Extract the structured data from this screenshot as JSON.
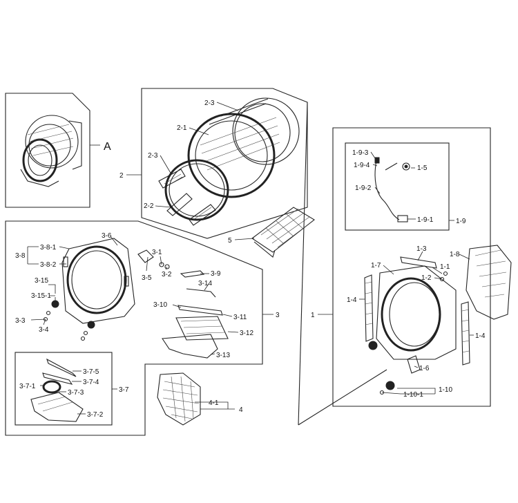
{
  "labels": {
    "A": "A",
    "l2": "2",
    "l2_1": "2-1",
    "l2_2": "2-2",
    "l2_3a": "2-3",
    "l2_3b": "2-3",
    "l5": "5",
    "l3": "3",
    "l3_1": "3-1",
    "l3_2": "3-2",
    "l3_3": "3-3",
    "l3_4": "3-4",
    "l3_5": "3-5",
    "l3_6": "3-6",
    "l3_8": "3-8",
    "l3_8_1": "3-8-1",
    "l3_8_2": "3-8-2",
    "l3_9": "3-9",
    "l3_10": "3-10",
    "l3_11": "3-11",
    "l3_12": "3-12",
    "l3_13": "3-13",
    "l3_14": "3-14",
    "l3_15": "3-15",
    "l3_15_1": "3-15-1",
    "l3_7": "3-7",
    "l3_7_1": "3-7-1",
    "l3_7_2": "3-7-2",
    "l3_7_3": "3-7-3",
    "l3_7_4": "3-7-4",
    "l3_7_5": "3-7-5",
    "l4": "4",
    "l4_1": "4-1",
    "l1": "1",
    "l1_1": "1-1",
    "l1_2": "1-2",
    "l1_3": "1-3",
    "l1_4a": "1-4",
    "l1_4b": "1-4",
    "l1_5": "1-5",
    "l1_6": "1-6",
    "l1_7": "1-7",
    "l1_8": "1-8",
    "l1_9": "1-9",
    "l1_9_1": "1-9-1",
    "l1_9_2": "1-9-2",
    "l1_9_3": "1-9-3",
    "l1_9_4": "1-9-4",
    "l1_10": "1-10",
    "l1_10_1": "1-10-1"
  }
}
